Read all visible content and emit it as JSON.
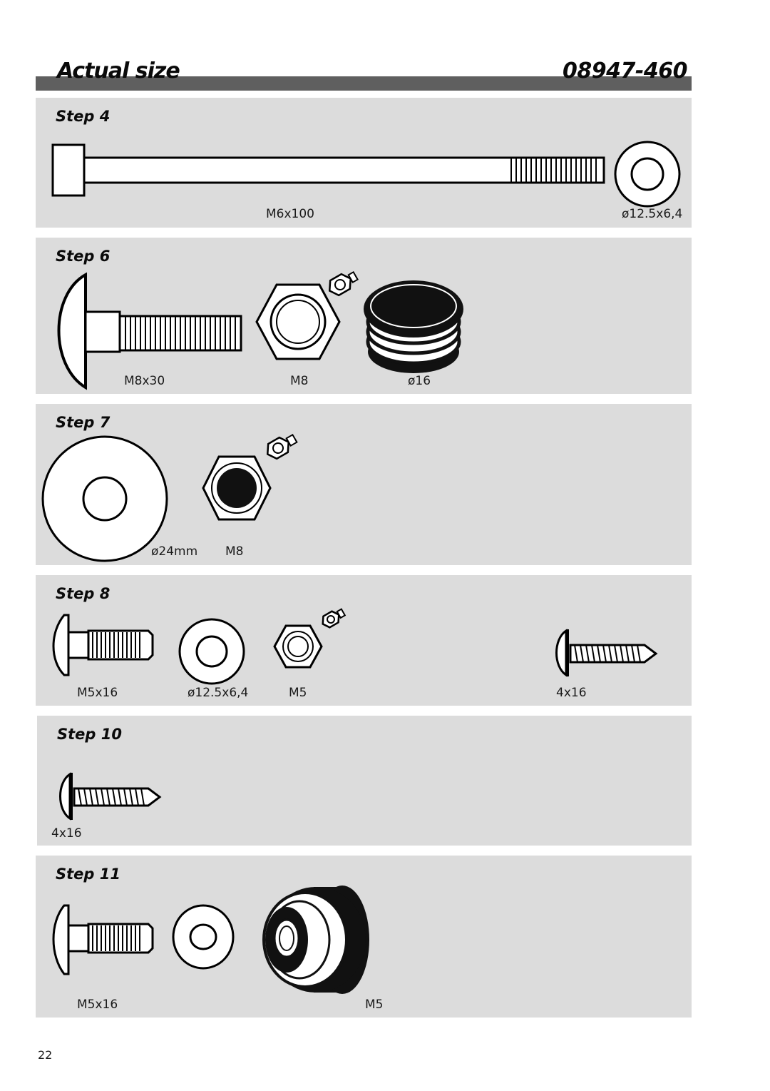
{
  "header": {
    "title": "Actual size",
    "code": "08947-460"
  },
  "steps": [
    {
      "title": "Step 4",
      "labels": [
        "M6x100",
        "ø12.5x6,4"
      ]
    },
    {
      "title": "Step 6",
      "labels": [
        "M8x30",
        "M8",
        "ø16"
      ]
    },
    {
      "title": "Step 7",
      "labels": [
        "ø24mm",
        "M8"
      ]
    },
    {
      "title": "Step 8",
      "labels": [
        "M5x16",
        "ø12.5x6,4",
        "M5",
        "4x16"
      ]
    },
    {
      "title": "Step 10",
      "labels": [
        "4x16"
      ]
    },
    {
      "title": "Step 11",
      "labels": [
        "M5x16",
        "M5"
      ]
    }
  ],
  "page_number": "22"
}
